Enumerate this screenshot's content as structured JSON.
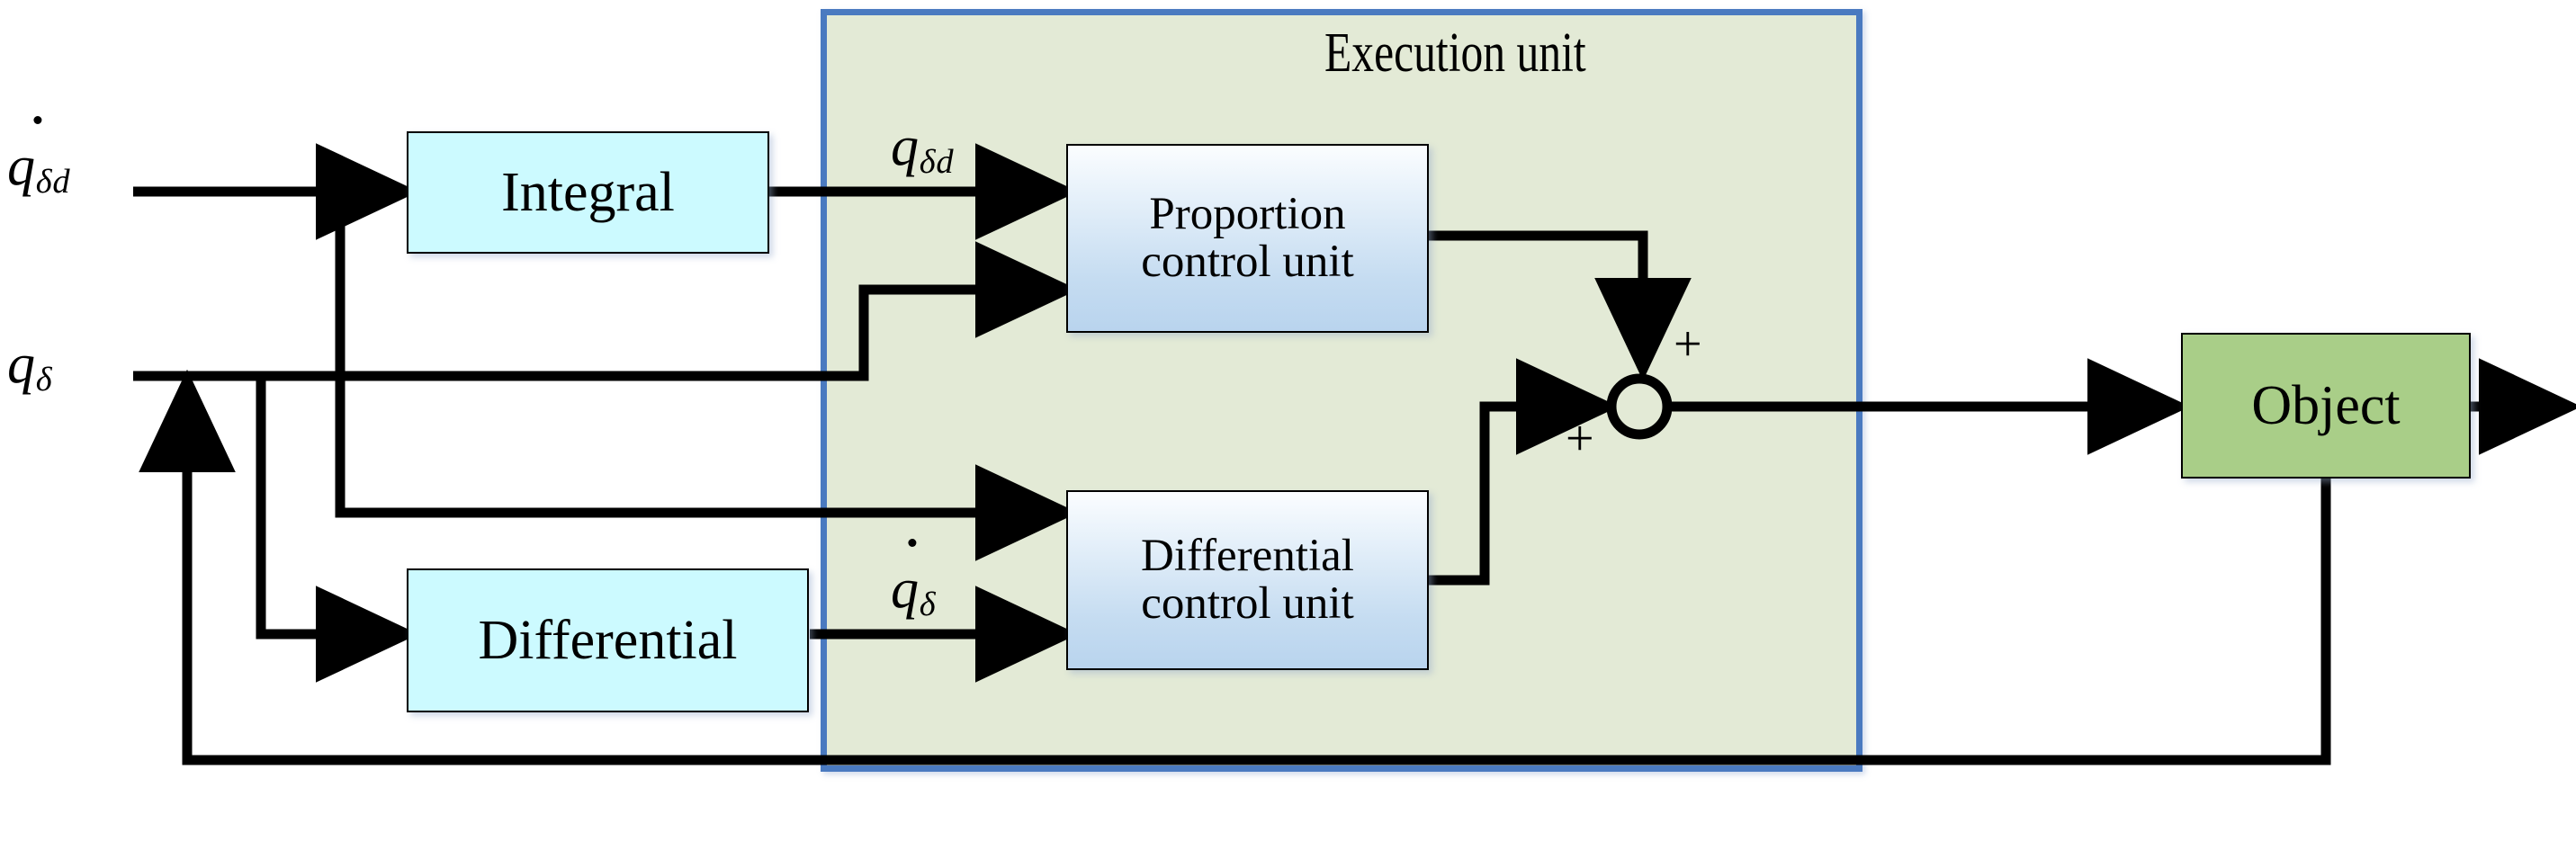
{
  "diagram": {
    "type": "control-block-diagram",
    "background": "#ffffff",
    "colors": {
      "panel_fill": "#e3ead6",
      "panel_border": "#4a7ac0",
      "cyan_block": "#ccfaff",
      "gradient_block_top": "#fbfdff",
      "gradient_block_bottom": "#b9d4ee",
      "object_block": "#a9ce88",
      "line": "#000000"
    }
  },
  "panel": {
    "title": "Execution unit"
  },
  "inputs": [
    {
      "id": "qdot-delta-d",
      "base": "q",
      "dot": true,
      "subscript": "δd",
      "role": "desired-rate-input"
    },
    {
      "id": "q-delta",
      "base": "q",
      "dot": false,
      "subscript": "δ",
      "role": "feedback-position-input"
    }
  ],
  "signals": [
    {
      "id": "q-delta-d-signal",
      "base": "q",
      "dot": false,
      "subscript": "δd",
      "role": "integral-output"
    },
    {
      "id": "qdot-delta-signal",
      "base": "q",
      "dot": true,
      "subscript": "δ",
      "role": "differential-output"
    }
  ],
  "blocks": {
    "integral": {
      "label": "Integral",
      "style": "cyan"
    },
    "differential": {
      "label": "Differential",
      "style": "cyan"
    },
    "proportion_control_unit": {
      "line1": "Proportion",
      "line2": "control unit",
      "style": "gradient"
    },
    "differential_control_unit": {
      "line1": "Differential",
      "line2": "control unit",
      "style": "gradient"
    },
    "object": {
      "label": "Object",
      "style": "green"
    }
  },
  "summing_junction": {
    "id": "sum-node",
    "shape": "circle",
    "signs": {
      "top_input": "+",
      "left_input": "+"
    }
  }
}
